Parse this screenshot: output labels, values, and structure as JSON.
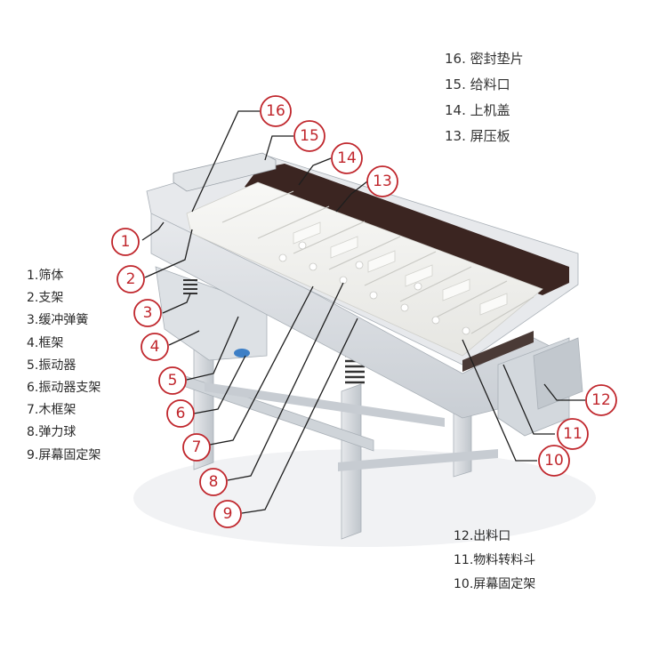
{
  "legend_top": [
    {
      "text": "16. 密封垫片"
    },
    {
      "text": "15. 给料口"
    },
    {
      "text": "14. 上机盖"
    },
    {
      "text": "13. 屏压板"
    }
  ],
  "legend_left": [
    {
      "text": "1.筛体"
    },
    {
      "text": "2.支架"
    },
    {
      "text": "3.缓冲弹簧"
    },
    {
      "text": "4.框架"
    },
    {
      "text": "5.振动器"
    },
    {
      "text": "6.振动器支架"
    },
    {
      "text": "7.木框架"
    },
    {
      "text": "8.弹力球"
    },
    {
      "text": "9.屏幕固定架"
    }
  ],
  "legend_bottom": [
    {
      "text": "12.出料口"
    },
    {
      "text": "11.物料转料斗"
    },
    {
      "text": "10.屏幕固定架"
    }
  ],
  "callouts": [
    {
      "label": "1"
    },
    {
      "label": "2"
    },
    {
      "label": "3"
    },
    {
      "label": "4"
    },
    {
      "label": "5"
    },
    {
      "label": "6"
    },
    {
      "label": "7"
    },
    {
      "label": "8"
    },
    {
      "label": "9"
    },
    {
      "label": "10"
    },
    {
      "label": "11"
    },
    {
      "label": "12"
    },
    {
      "label": "13"
    },
    {
      "label": "14"
    },
    {
      "label": "15"
    },
    {
      "label": "16"
    }
  ],
  "colors": {
    "callout_red": "#c0262c",
    "leader_line": "#1e1e1e",
    "machine_body": "#d9dde2",
    "machine_dark": "#3b2521",
    "screen_white": "#f4f4f2"
  }
}
